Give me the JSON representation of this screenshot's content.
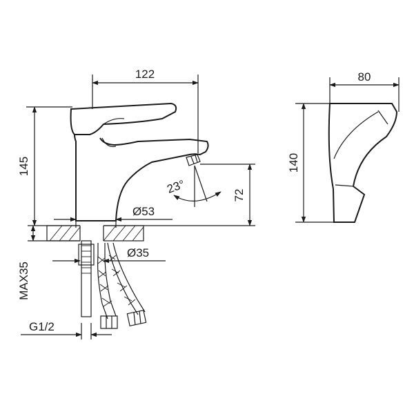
{
  "dimensions": {
    "front_width": "122",
    "height": "145",
    "base_diameter": "Ø53",
    "spout_height": "72",
    "swivel_angle": "23°",
    "hole_diameter": "Ø35",
    "max_thickness": "MAX35",
    "thread": "G1/2",
    "side_width": "80",
    "side_height": "140"
  }
}
